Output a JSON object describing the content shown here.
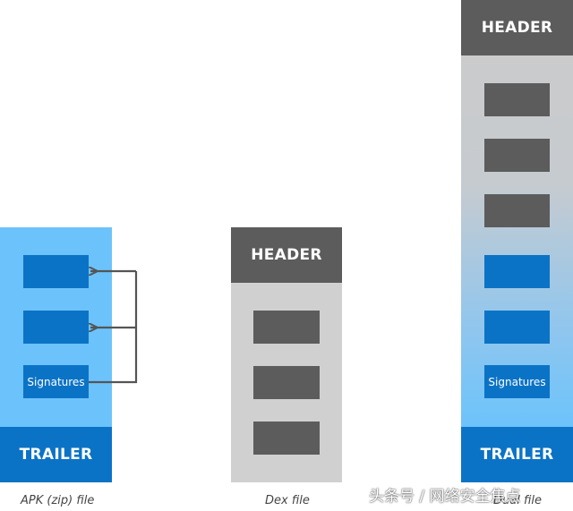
{
  "apk": {
    "signatures_label": "Signatures",
    "trailer_label": "TRAILER",
    "caption": "APK (zip) file"
  },
  "dex": {
    "header_label": "HEADER",
    "caption": "Dex file"
  },
  "dual": {
    "header_label": "HEADER",
    "signatures_label": "Signatures",
    "trailer_label": "TRAILER",
    "caption": "Dual file"
  },
  "watermark": "头条号 / 网络安全焦点",
  "colors": {
    "light_blue": "#6cc3fb",
    "dark_blue": "#0b73c6",
    "dark_grey": "#5c5c5c",
    "light_grey": "#d0d0d0",
    "arrow": "#555555"
  }
}
